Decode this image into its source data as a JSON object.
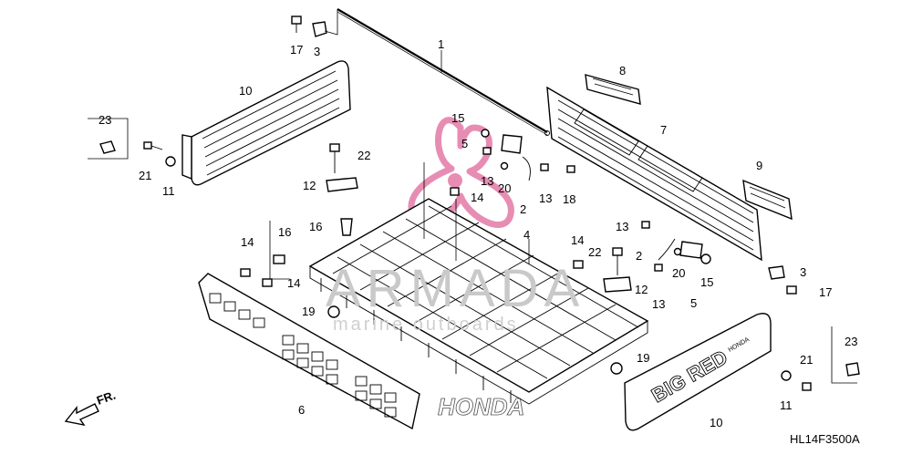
{
  "diagram": {
    "code": "HL14F3500A",
    "direction_label": "FR.",
    "callouts": {
      "c1": "1",
      "c2a": "2",
      "c2b": "2",
      "c3a": "3",
      "c3b": "3",
      "c4": "4",
      "c5a": "5",
      "c5b": "5",
      "c6": "6",
      "c7": "7",
      "c8": "8",
      "c9": "9",
      "c10a": "10",
      "c10b": "10",
      "c11a": "11",
      "c11b": "11",
      "c12a": "12",
      "c12b": "12",
      "c13a": "13",
      "c13b": "13",
      "c13c": "13",
      "c13d": "13",
      "c14a": "14",
      "c14b": "14",
      "c14c": "14",
      "c14d": "14",
      "c15a": "15",
      "c15b": "15",
      "c16a": "16",
      "c16b": "16",
      "c17a": "17",
      "c17b": "17",
      "c18": "18",
      "c19a": "19",
      "c19b": "19",
      "c20a": "20",
      "c20b": "20",
      "c21a": "21",
      "c21b": "21",
      "c22a": "22",
      "c22b": "22",
      "c23a": "23",
      "c23b": "23"
    }
  },
  "watermark": {
    "brand": "ARMADA",
    "tagline": "marine outboards",
    "logo_color": "#e37aa8"
  },
  "panel_lettering": {
    "side_text": "BIG RED",
    "small_text": "HONDA",
    "panel_logo": "HONDA"
  }
}
